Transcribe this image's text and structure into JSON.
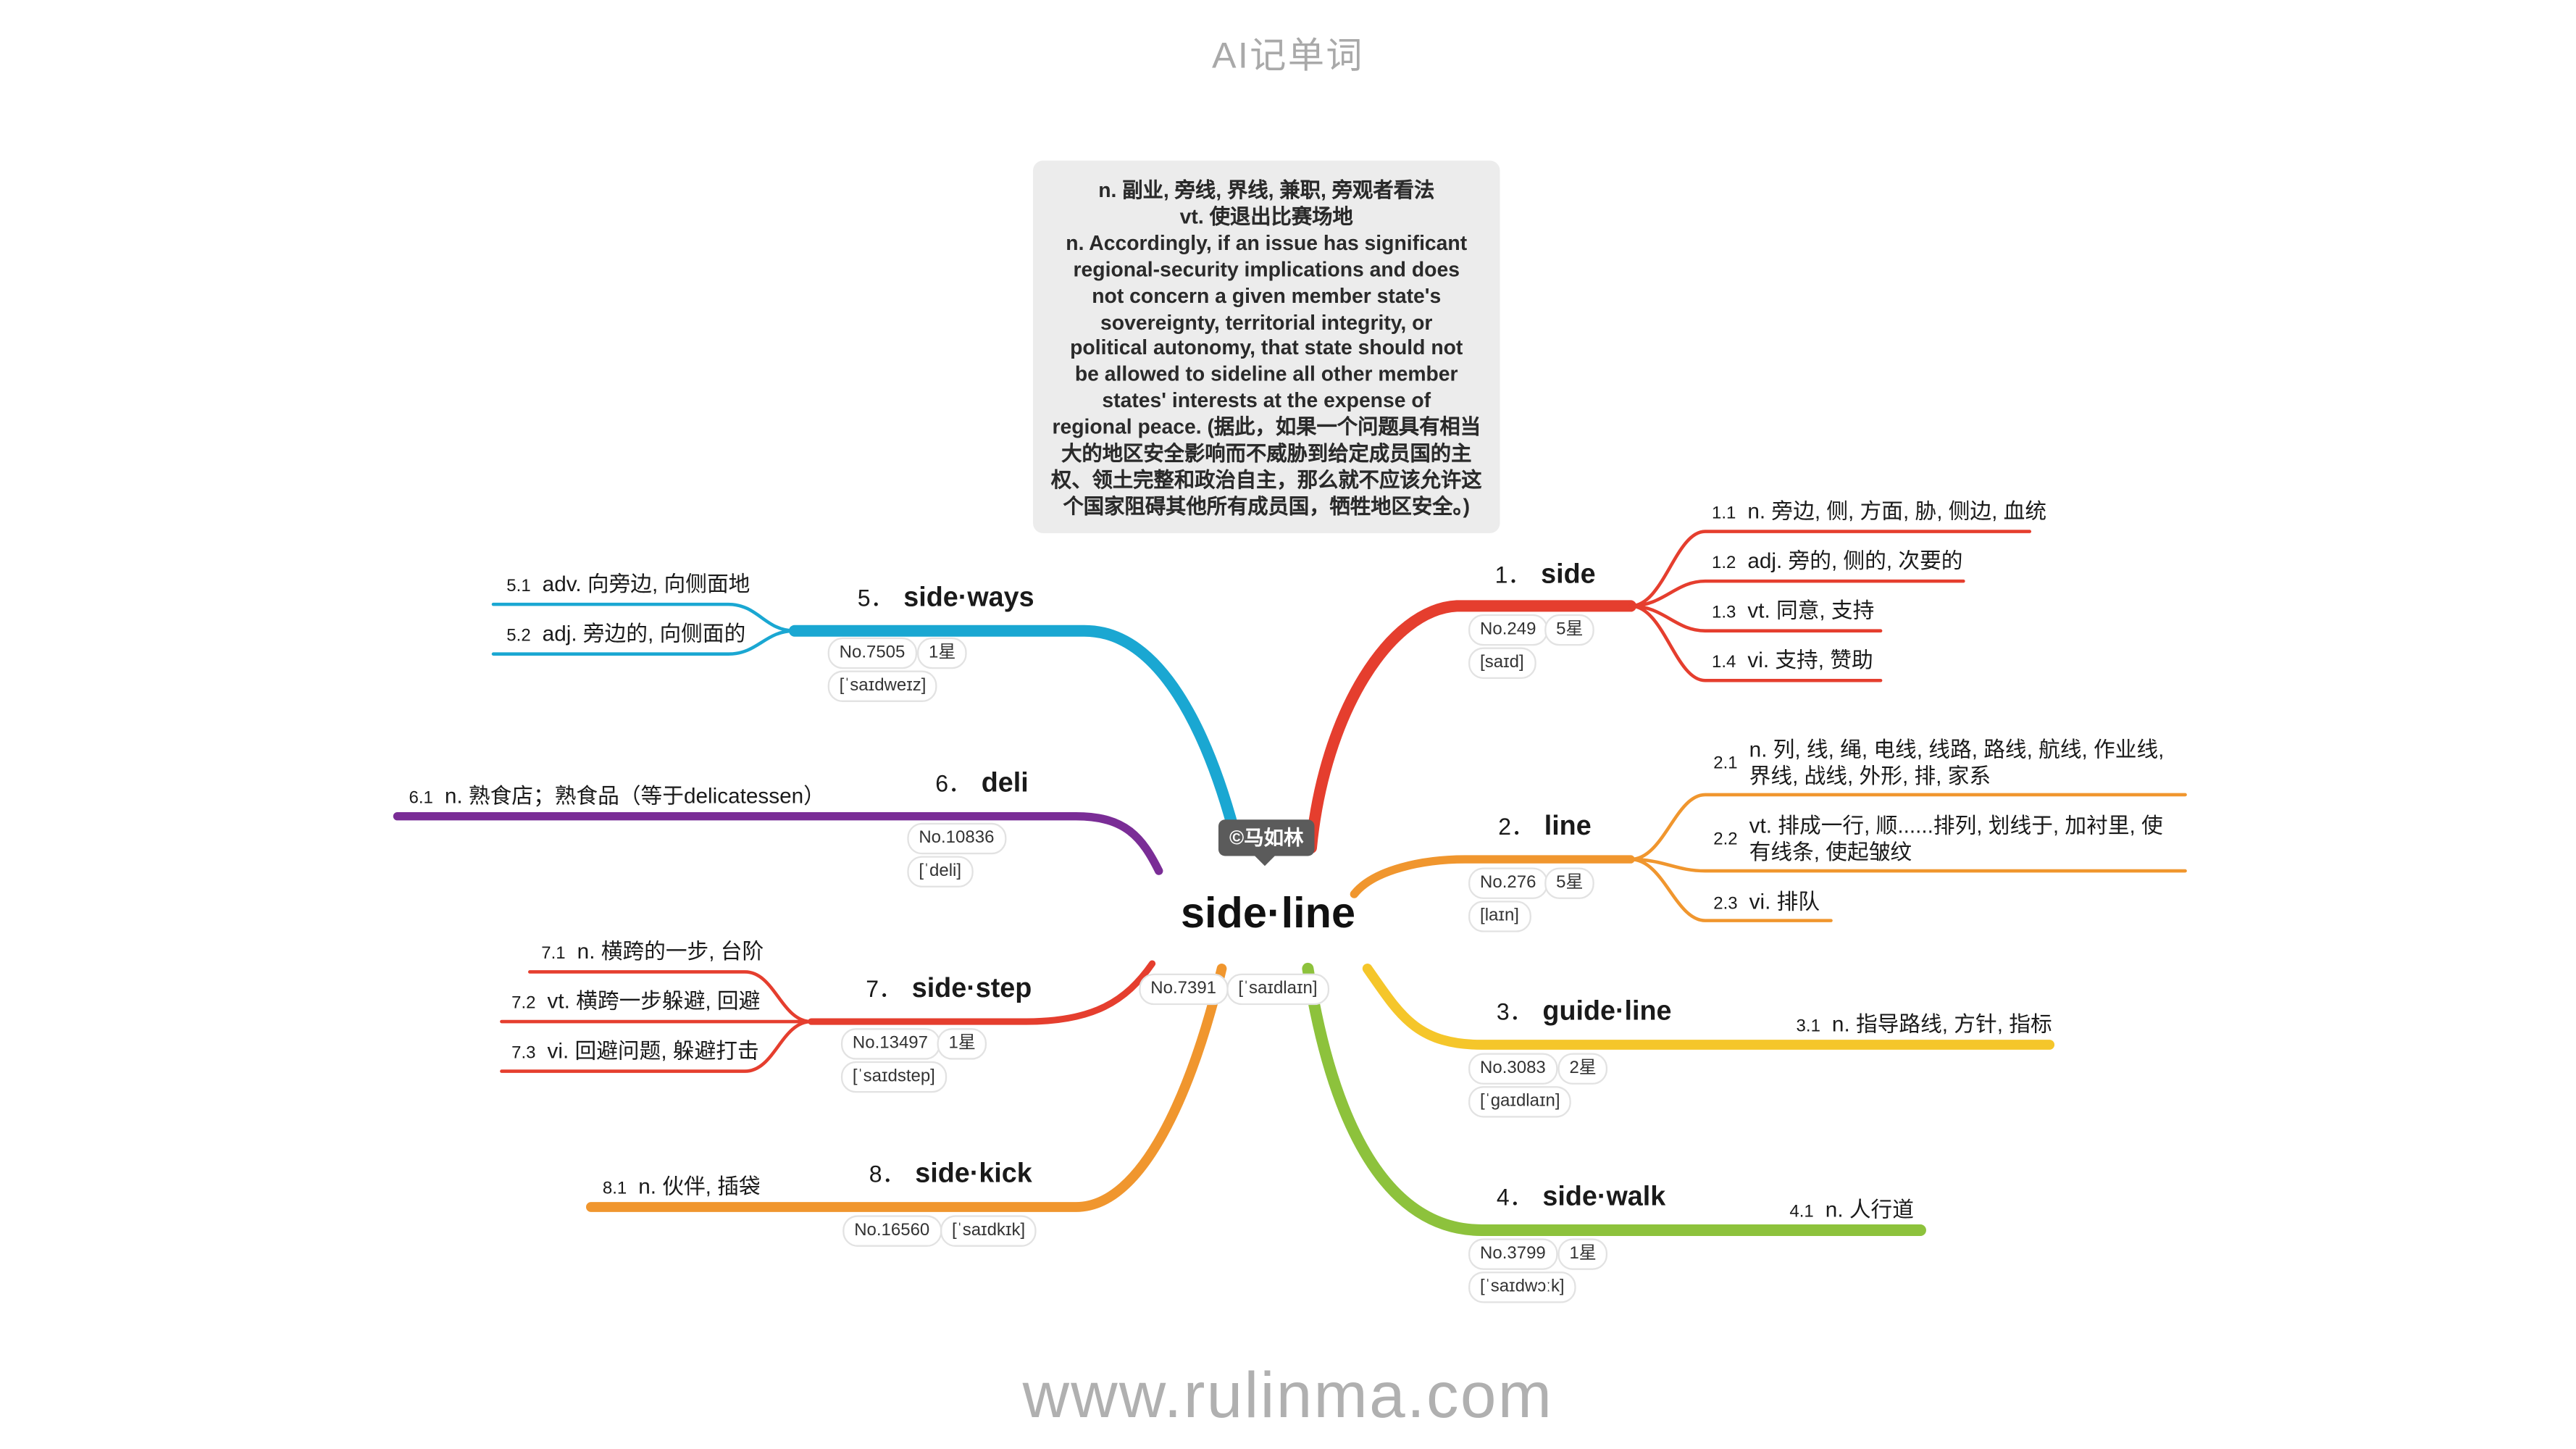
{
  "header": "AI记单词",
  "footer": "www.rulinma.com",
  "credit": "©马如林",
  "center": {
    "word": "side·line",
    "rank": "No.7391",
    "phonetic": "[ˈsaɪdlaɪn]"
  },
  "definition_lines": [
    "n. 副业, 旁线, 界线, 兼职, 旁观者看法",
    "vt. 使退出比赛场地",
    "n. Accordingly, if an issue has significant",
    "regional-security implications and does",
    "not concern a given member state's",
    "sovereignty, territorial integrity, or",
    "political autonomy, that state should not",
    "be allowed to sideline all other member",
    "states' interests at the expense of",
    "regional peace. (据此，如果一个问题具有相当",
    "大的地区安全影响而不威胁到给定成员国的主",
    "权、领土完整和政治自主，那么就不应该允许这",
    "个国家阻碍其他所有成员国，牺牲地区安全。)"
  ],
  "colors": {
    "b1": "#e53e2e",
    "b2": "#f0962e",
    "b3": "#f5c62a",
    "b4": "#8dc23c",
    "b5": "#1aa7d2",
    "b6": "#7a2d96",
    "b7": "#e53e2e",
    "b8": "#f0962e"
  },
  "branches": [
    {
      "num": "1．",
      "word": "side",
      "rank": "No.249",
      "stars": "5星",
      "phonetic": "[saɪd]",
      "senses": [
        {
          "num": "1.1",
          "text": "n. 旁边, 侧, 方面, 胁, 侧边, 血统"
        },
        {
          "num": "1.2",
          "text": "adj. 旁的, 侧的, 次要的"
        },
        {
          "num": "1.3",
          "text": "vt. 同意, 支持"
        },
        {
          "num": "1.4",
          "text": "vi. 支持, 赞助"
        }
      ]
    },
    {
      "num": "2．",
      "word": "line",
      "rank": "No.276",
      "stars": "5星",
      "phonetic": "[laɪn]",
      "senses": [
        {
          "num": "2.1",
          "text": "n. 列, 线, 绳, 电线, 线路, 路线, 航线, 作业线, 界线, 战线, 外形, 排, 家系"
        },
        {
          "num": "2.2",
          "text": "vt. 排成一行, 顺......排列, 划线于, 加衬里, 使有线条, 使起皱纹"
        },
        {
          "num": "2.3",
          "text": "vi. 排队"
        }
      ]
    },
    {
      "num": "3．",
      "word": "guide·line",
      "rank": "No.3083",
      "stars": "2星",
      "phonetic": "[ˈgaɪdlaɪn]",
      "senses": [
        {
          "num": "3.1",
          "text": "n. 指导路线, 方针, 指标"
        }
      ]
    },
    {
      "num": "4．",
      "word": "side·walk",
      "rank": "No.3799",
      "stars": "1星",
      "phonetic": "[ˈsaɪdwɔːk]",
      "senses": [
        {
          "num": "4.1",
          "text": "n. 人行道"
        }
      ]
    },
    {
      "num": "5．",
      "word": "side·ways",
      "rank": "No.7505",
      "stars": "1星",
      "phonetic": "[ˈsaɪdweɪz]",
      "senses": [
        {
          "num": "5.1",
          "text": "adv. 向旁边, 向侧面地"
        },
        {
          "num": "5.2",
          "text": "adj. 旁边的, 向侧面的"
        }
      ]
    },
    {
      "num": "6．",
      "word": "deli",
      "rank": "No.10836",
      "phonetic": "[ˈdeli]",
      "senses": [
        {
          "num": "6.1",
          "text": "n. 熟食店；熟食品（等于delicatessen）"
        }
      ]
    },
    {
      "num": "7．",
      "word": "side·step",
      "rank": "No.13497",
      "stars": "1星",
      "phonetic": "[ˈsaɪdstep]",
      "senses": [
        {
          "num": "7.1",
          "text": "n. 横跨的一步, 台阶"
        },
        {
          "num": "7.2",
          "text": "vt. 横跨一步躲避, 回避"
        },
        {
          "num": "7.3",
          "text": "vi. 回避问题, 躲避打击"
        }
      ]
    },
    {
      "num": "8．",
      "word": "side·kick",
      "rank": "No.16560",
      "phonetic": "[ˈsaɪdkɪk]",
      "senses": [
        {
          "num": "8.1",
          "text": "n. 伙伴, 插袋"
        }
      ]
    }
  ]
}
